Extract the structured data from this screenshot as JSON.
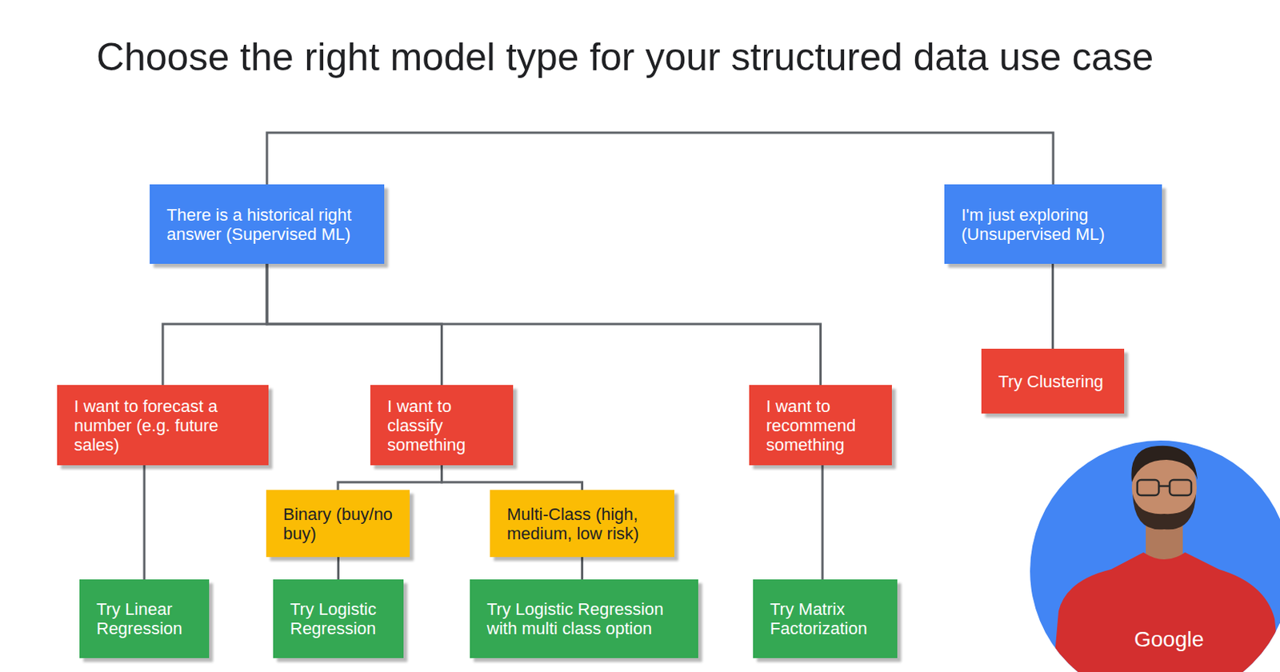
{
  "diagram": {
    "title": "Choose the right model type for your structured data use case",
    "nodes": [
      {
        "text": [
          "There is a historical right answer (Supervised ML)"
        ]
      },
      {
        "text": [
          "I'm just exploring (Unsupervised ML)"
        ]
      },
      {
        "text": [
          "I want to forecast a number (e.g. future sales)"
        ]
      },
      {
        "text": [
          "I want to classify something"
        ]
      },
      {
        "text": [
          "I want to recommend something"
        ]
      },
      {
        "text": [
          "Try Clustering"
        ]
      },
      {
        "text": [
          "Binary (buy/no buy)"
        ]
      },
      {
        "text": [
          "Multi-Class (high, medium, low risk)"
        ]
      },
      {
        "text": [
          "Try Linear Regression"
        ]
      },
      {
        "text": [
          "Try Logistic Regression"
        ]
      },
      {
        "text": [
          "Try Logistic Regression with multi class option"
        ]
      },
      {
        "text": [
          "Try Matrix Factorization"
        ]
      }
    ],
    "edges": [
      {
        "from": 0,
        "to": 1,
        "arrow": "none"
      },
      {
        "from": 0,
        "to": 2,
        "arrow": "none"
      },
      {
        "from": 0,
        "to": 3,
        "arrow": "none"
      },
      {
        "from": 0,
        "to": 4,
        "arrow": "none"
      },
      {
        "from": 1,
        "to": 5,
        "arrow": "none"
      },
      {
        "from": 3,
        "to": 6,
        "arrow": "none"
      },
      {
        "from": 3,
        "to": 7,
        "arrow": "none"
      },
      {
        "from": 2,
        "to": 8,
        "arrow": "none"
      },
      {
        "from": 6,
        "to": 9,
        "arrow": "none"
      },
      {
        "from": 7,
        "to": 10,
        "arrow": "none"
      },
      {
        "from": 4,
        "to": 11,
        "arrow": "none"
      }
    ],
    "labels": [
      "Google"
    ]
  }
}
